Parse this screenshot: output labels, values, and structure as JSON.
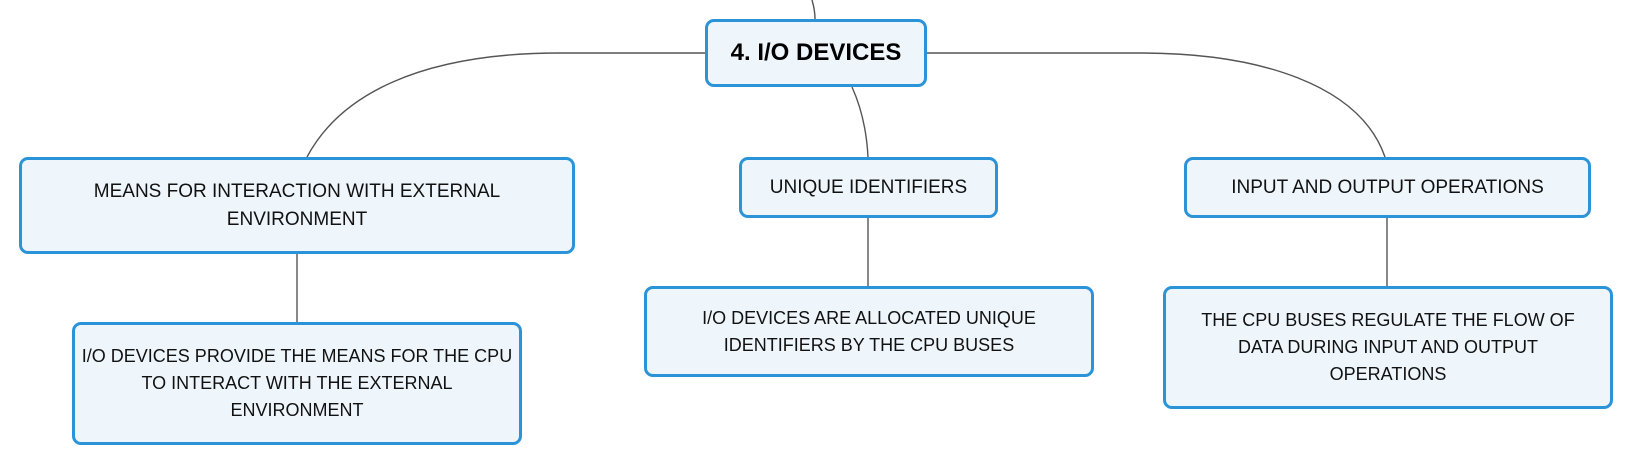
{
  "diagram": {
    "root": {
      "label": "4. I/O DEVICES"
    },
    "branches": [
      {
        "label": "MEANS FOR INTERACTION WITH EXTERNAL ENVIRONMENT",
        "detail": "I/O DEVICES PROVIDE THE MEANS FOR THE CPU TO INTERACT WITH THE EXTERNAL ENVIRONMENT"
      },
      {
        "label": "UNIQUE IDENTIFIERS",
        "detail": "I/O DEVICES ARE ALLOCATED UNIQUE IDENTIFIERS BY THE CPU BUSES"
      },
      {
        "label": "INPUT AND OUTPUT OPERATIONS",
        "detail": "THE CPU BUSES REGULATE THE FLOW OF DATA DURING INPUT AND OUTPUT OPERATIONS"
      }
    ]
  },
  "colors": {
    "node_border": "#2b94d9",
    "node_fill": "#eef6fc",
    "connector": "#555555"
  }
}
